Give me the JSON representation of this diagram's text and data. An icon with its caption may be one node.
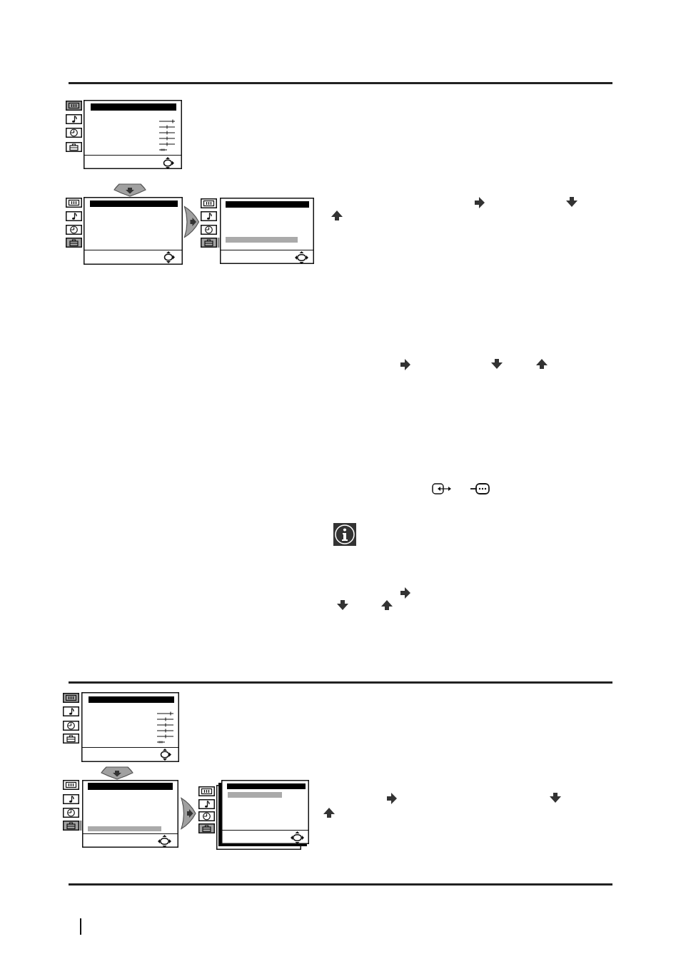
{
  "diagram": {
    "nodes": [
      {
        "text": [],
        "shape": "picture"
      },
      {
        "text": [],
        "shape": "picture"
      },
      {
        "text": [],
        "shape": "picture"
      },
      {
        "text": [],
        "shape": "picture"
      },
      {
        "text": [],
        "shape": "picture"
      },
      {
        "text": [],
        "shape": "picture"
      }
    ],
    "edges": [
      {
        "from": 0,
        "to": 1,
        "arrow": "to"
      },
      {
        "from": 1,
        "to": 2,
        "arrow": "to"
      },
      {
        "from": 3,
        "to": 4,
        "arrow": "to"
      },
      {
        "from": 4,
        "to": 5,
        "arrow": "to"
      }
    ]
  }
}
